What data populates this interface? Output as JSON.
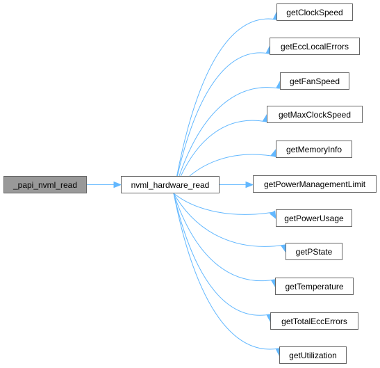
{
  "graph": {
    "root": {
      "label": "_papi_nvml_read"
    },
    "hub": {
      "label": "nvml_hardware_read"
    },
    "callees": [
      {
        "label": "getClockSpeed"
      },
      {
        "label": "getEccLocalErrors"
      },
      {
        "label": "getFanSpeed"
      },
      {
        "label": "getMaxClockSpeed"
      },
      {
        "label": "getMemoryInfo"
      },
      {
        "label": "getPowerManagementLimit"
      },
      {
        "label": "getPowerUsage"
      },
      {
        "label": "getPState"
      },
      {
        "label": "getTemperature"
      },
      {
        "label": "getTotalEccErrors"
      },
      {
        "label": "getUtilization"
      }
    ],
    "colors": {
      "edge": "#63b8ff",
      "node_border": "#666666",
      "root_fill": "#999999"
    }
  }
}
